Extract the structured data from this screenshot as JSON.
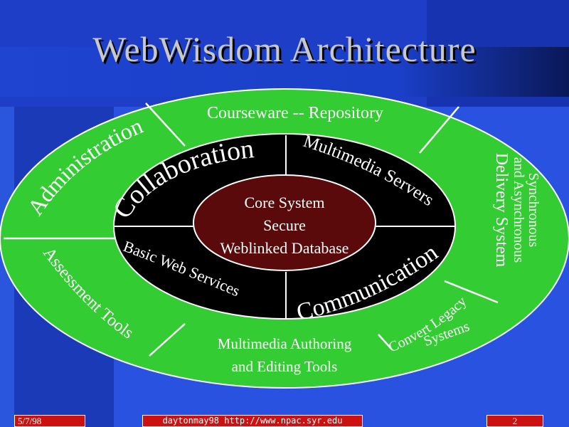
{
  "slide": {
    "title": "WebWisdom Architecture"
  },
  "diagram": {
    "outer_ring": {
      "courseware": "Courseware -- Repository",
      "administration": "Administration",
      "sync_line1": "Synchronous",
      "sync_line2": "and Asynchronous",
      "sync_line3": "Delivery System",
      "legacy_line1": "Convert Legacy",
      "legacy_line2": "Systems",
      "authoring_line1": "Multimedia Authoring",
      "authoring_line2": "and Editing Tools",
      "assessment": "Assessment Tools"
    },
    "inner_ring": {
      "collaboration": "Collaboration",
      "multimedia_servers": "Multimedia Servers",
      "communication": "Communication",
      "web_services": "Basic Web Services"
    },
    "core": {
      "line1": "Core System",
      "line2": "Secure",
      "line3": "Weblinked Database"
    }
  },
  "footer": {
    "date": "5/7/98",
    "url": "daytonmay98 http://www.npac.syr.edu",
    "page": "2"
  },
  "colors": {
    "background": "#1e3ec8",
    "outer_ring": "#33cc33",
    "inner_ring": "#000000",
    "core": "#5a0a0a",
    "footer": "#cc1111"
  }
}
